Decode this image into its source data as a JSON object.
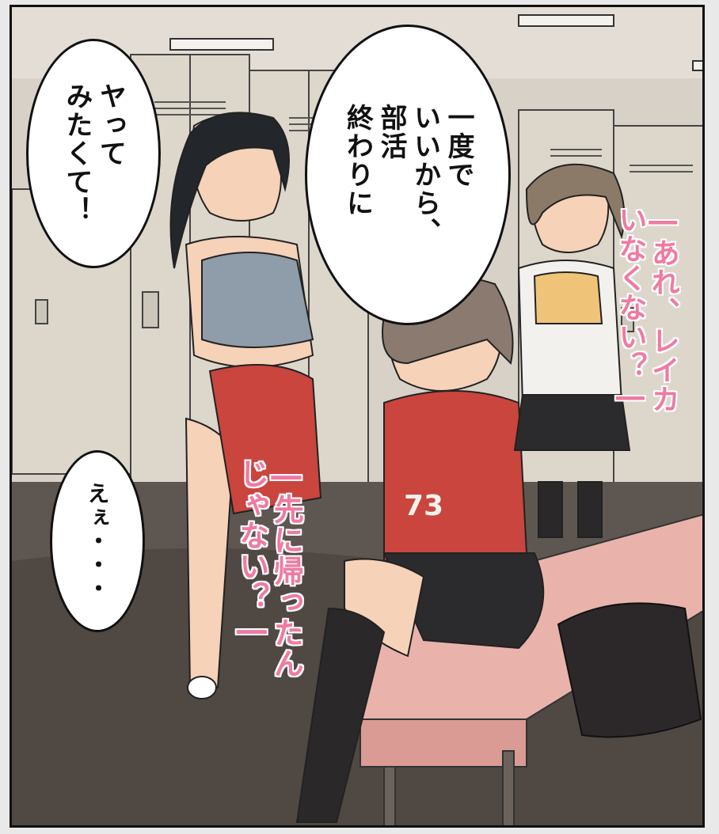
{
  "dialogue": {
    "bubble_left": "ヤって\nみたくて！",
    "bubble_center": "一度で\nいいから、\n部活\n終わりに",
    "bubble_small": "えぇ・・・"
  },
  "sfx": {
    "right": "―あれ、レイカ\nいなくない？―",
    "bottom": "―先に帰ったん\nじゃない？―"
  },
  "jersey_number": "73",
  "colors": {
    "sfx_pink": "#f07aa0",
    "uniform_red": "#c9453e",
    "lockers": "#ddd6cb",
    "bench": "#e9b3ab"
  }
}
